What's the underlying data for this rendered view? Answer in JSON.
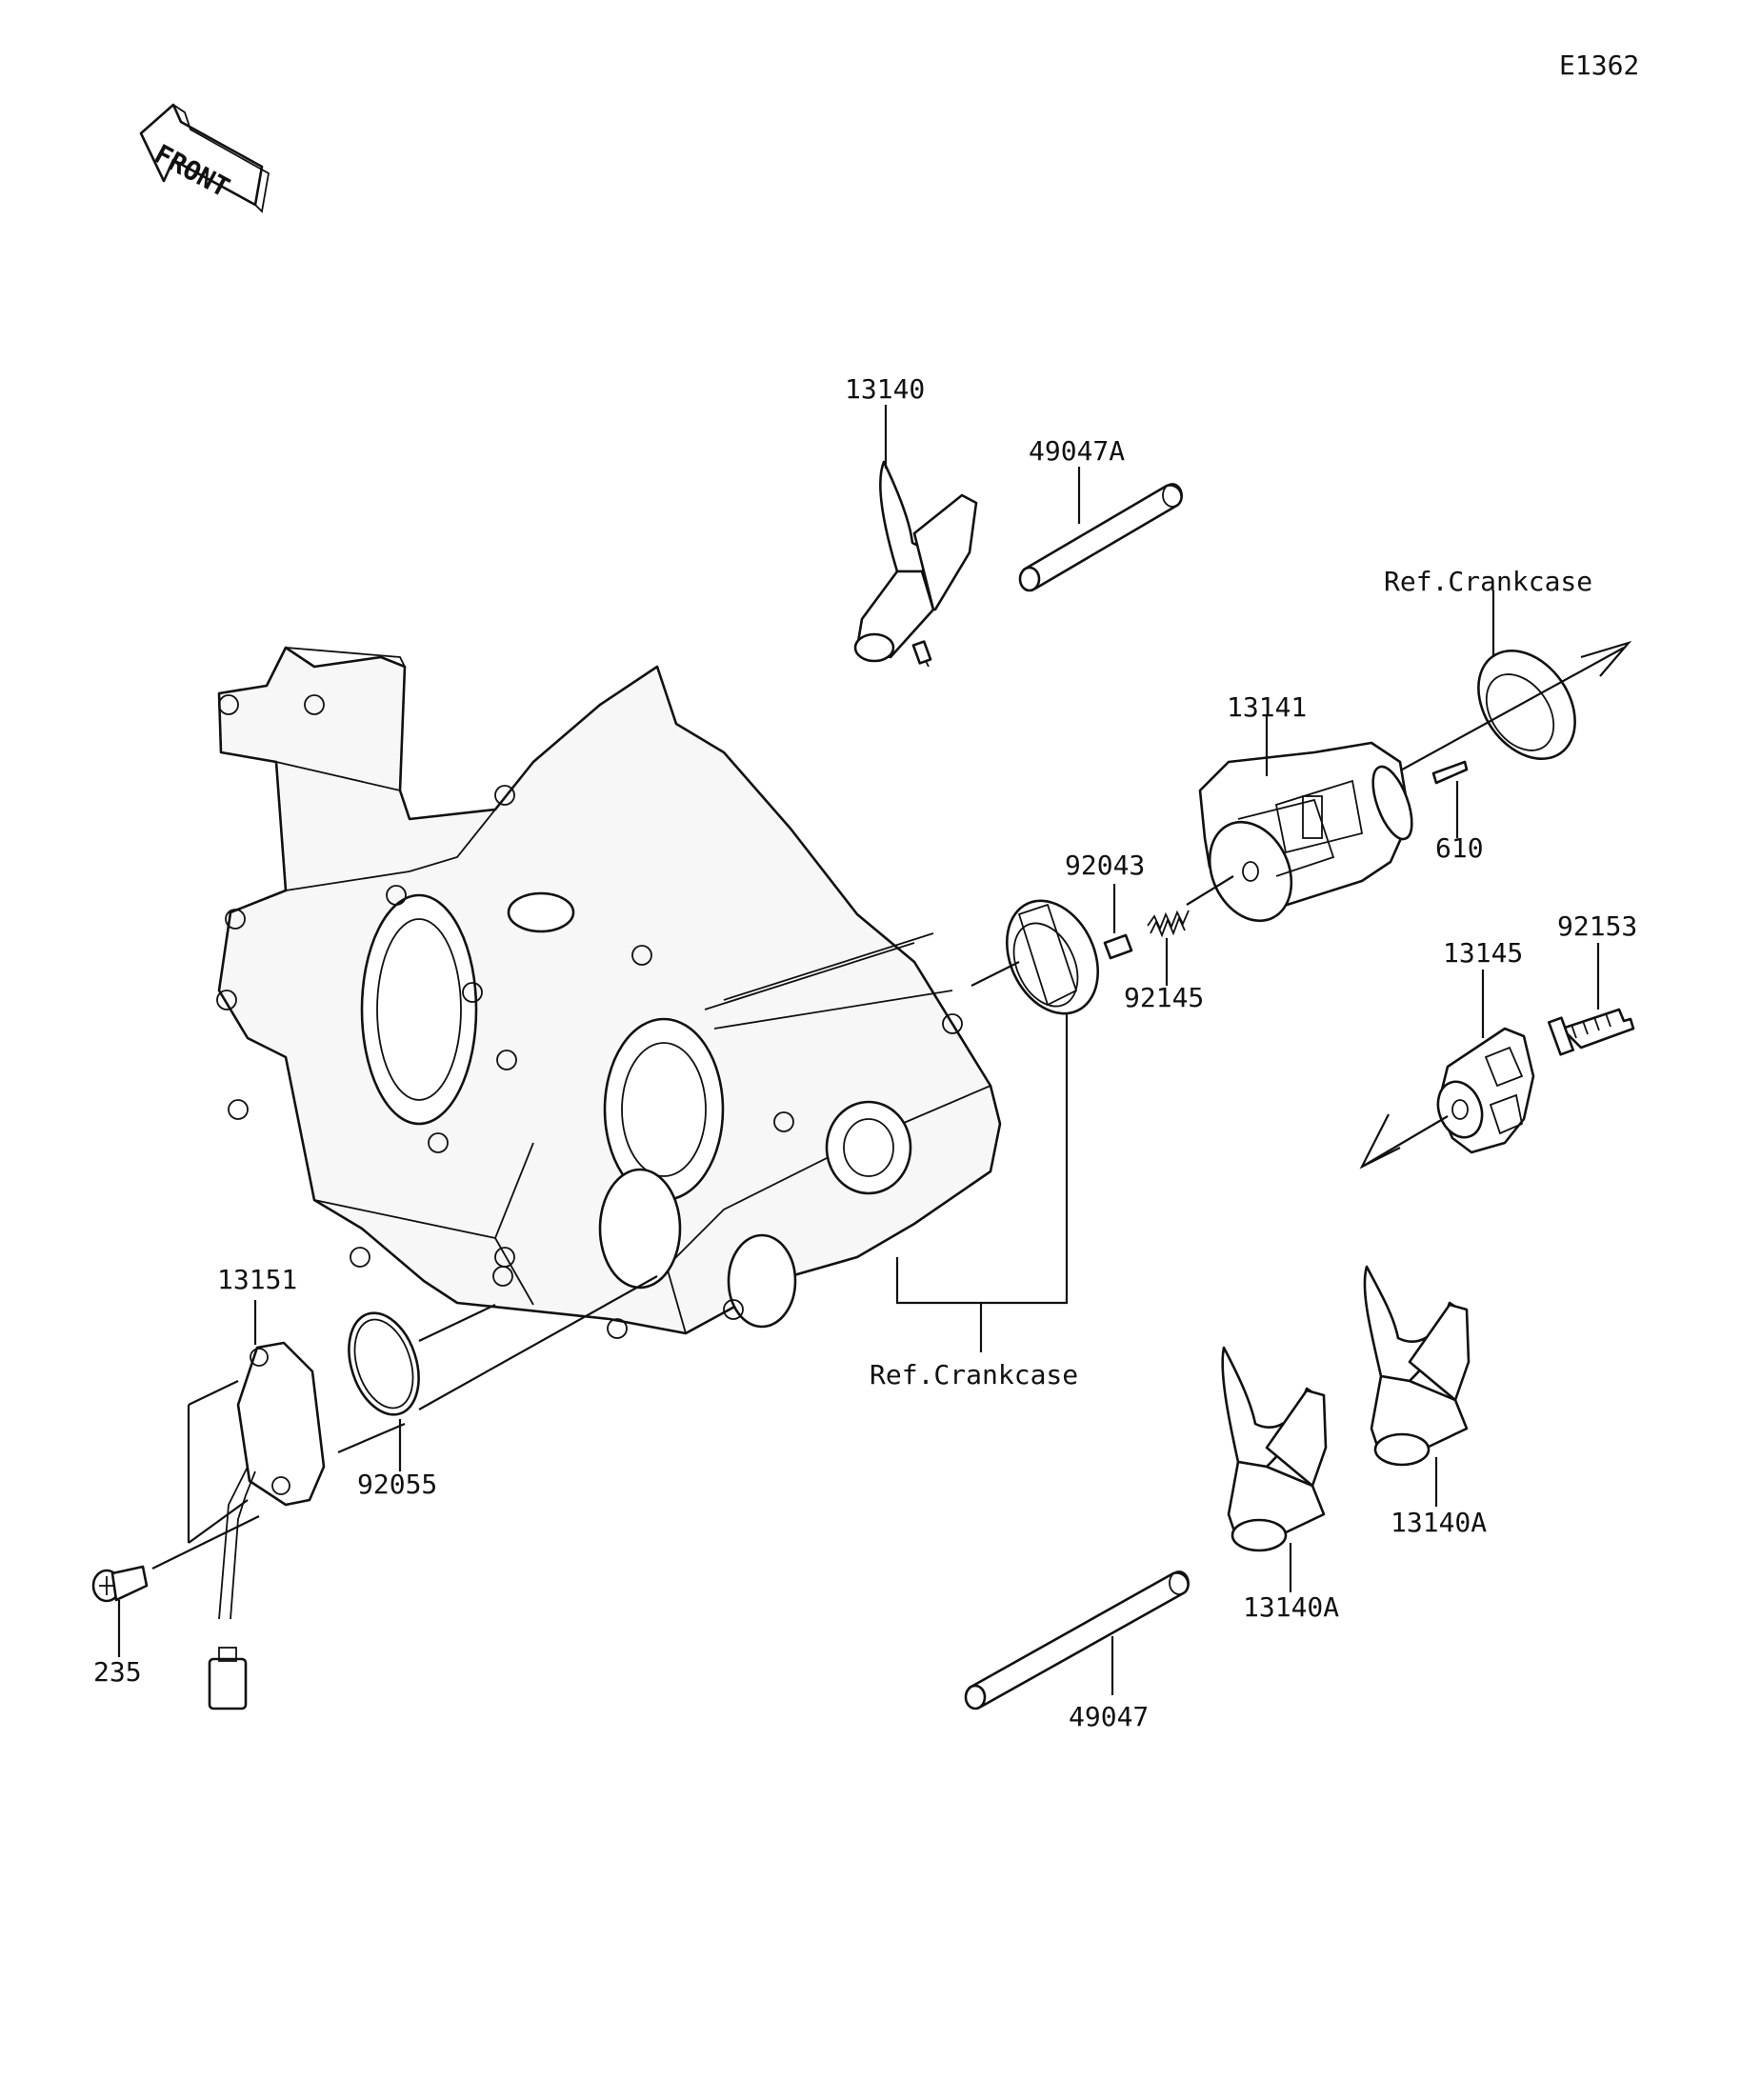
{
  "diagram_id": "E1362",
  "front_label": "FRONT",
  "labels": {
    "p13140": "13140",
    "p49047A": "49047A",
    "ref_crankcase_top": "Ref.Crankcase",
    "p13141": "13141",
    "p610": "610",
    "p92043": "92043",
    "p92145": "92145",
    "p92153": "92153",
    "p13145": "13145",
    "p13151": "13151",
    "ref_crankcase_bottom": "Ref.Crankcase",
    "p92055": "92055",
    "p235": "235",
    "p13140A_left": "13140A",
    "p13140A_right": "13140A",
    "p49047": "49047"
  }
}
